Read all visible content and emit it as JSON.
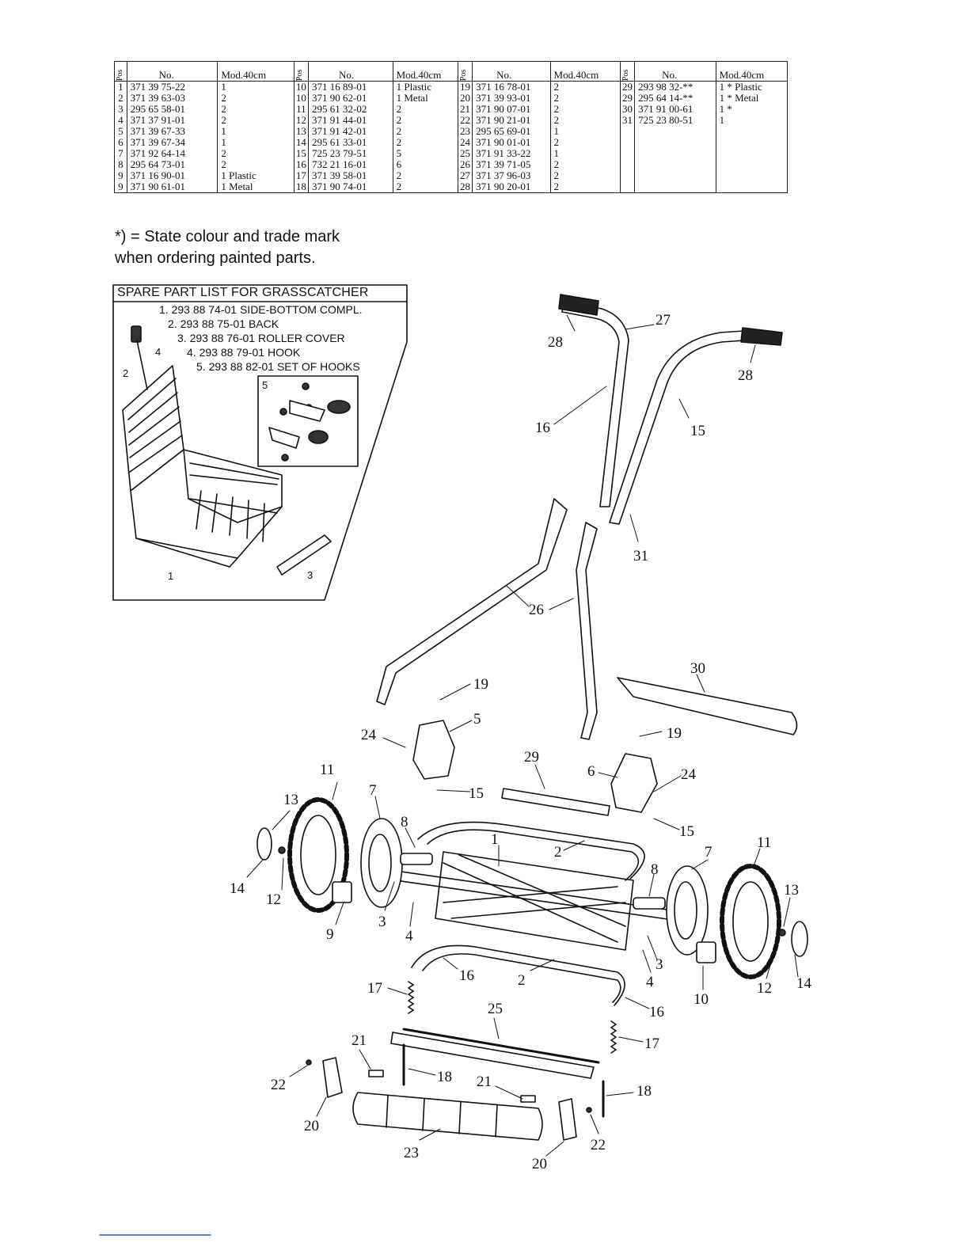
{
  "table": {
    "headers": [
      "Pos",
      "No.",
      "Mod.40cm"
    ],
    "rows": [
      [
        "1",
        "371 39 75-22",
        "1",
        "10",
        "371 16 89-01",
        "1 Plastic",
        "19",
        "371 16 78-01",
        "2",
        "29",
        "293 98 32-**",
        "1 * Plastic"
      ],
      [
        "2",
        "371 39 63-03",
        "2",
        "10",
        "371 90 62-01",
        "1 Metal",
        "20",
        "371 39 93-01",
        "2",
        "29",
        "295 64 14-**",
        "1 * Metal"
      ],
      [
        "3",
        "295 65 58-01",
        "2",
        "11",
        "295 61 32-02",
        "2",
        "21",
        "371 90 07-01",
        "2",
        "30",
        "371 91 00-61",
        "1 *"
      ],
      [
        "4",
        "371 37 91-01",
        "2",
        "12",
        "371 91 44-01",
        "2",
        "22",
        "371 90 21-01",
        "2",
        "31",
        "725 23 80-51",
        "1"
      ],
      [
        "5",
        "371 39 67-33",
        "1",
        "13",
        "371 91 42-01",
        "2",
        "23",
        "295 65 69-01",
        "1",
        "",
        "",
        ""
      ],
      [
        "6",
        "371 39 67-34",
        "1",
        "14",
        "295 61 33-01",
        "2",
        "24",
        "371 90 01-01",
        "2",
        "",
        "",
        ""
      ],
      [
        "7",
        "371 92 64-14",
        "2",
        "15",
        "725 23 79-51",
        "5",
        "25",
        "371 91 33-22",
        "1",
        "",
        "",
        ""
      ],
      [
        "8",
        "295 64 73-01",
        "2",
        "16",
        "732 21 16-01",
        "6",
        "26",
        "371 39 71-05",
        "2",
        "",
        "",
        ""
      ],
      [
        "9",
        "371 16 90-01",
        "1 Plastic",
        "17",
        "371 39 58-01",
        "2",
        "27",
        "371 37 96-03",
        "2",
        "",
        "",
        ""
      ],
      [
        "9",
        "371 90 61-01",
        "1 Metal",
        "18",
        "371 90 74-01",
        "2",
        "28",
        "371 90 20-01",
        "2",
        "",
        "",
        ""
      ]
    ]
  },
  "note": {
    "line1": "*) = State colour and trade mark",
    "line2": "when ordering painted parts."
  },
  "grasscatcher": {
    "title": "SPARE PART LIST FOR GRASSCATCHER",
    "items": [
      "1. 293 88 74-01 SIDE-BOTTOM COMPL.",
      "2. 293 88 75-01 BACK",
      "3. 293 88 76-01 ROLLER COVER",
      "4. 293 88 79-01 HOOK",
      "5. 293 88 82-01 SET OF HOOKS"
    ],
    "callouts": [
      "1",
      "2",
      "3",
      "4",
      "5"
    ]
  },
  "diagram": {
    "callouts": [
      "1",
      "2",
      "2",
      "3",
      "3",
      "4",
      "4",
      "5",
      "6",
      "7",
      "7",
      "8",
      "8",
      "9",
      "10",
      "11",
      "11",
      "12",
      "12",
      "13",
      "13",
      "14",
      "14",
      "15",
      "15",
      "15",
      "16",
      "16",
      "16",
      "17",
      "17",
      "18",
      "18",
      "19",
      "19",
      "20",
      "20",
      "21",
      "21",
      "22",
      "22",
      "23",
      "24",
      "24",
      "25",
      "26",
      "27",
      "28",
      "28",
      "29",
      "30",
      "31"
    ]
  }
}
